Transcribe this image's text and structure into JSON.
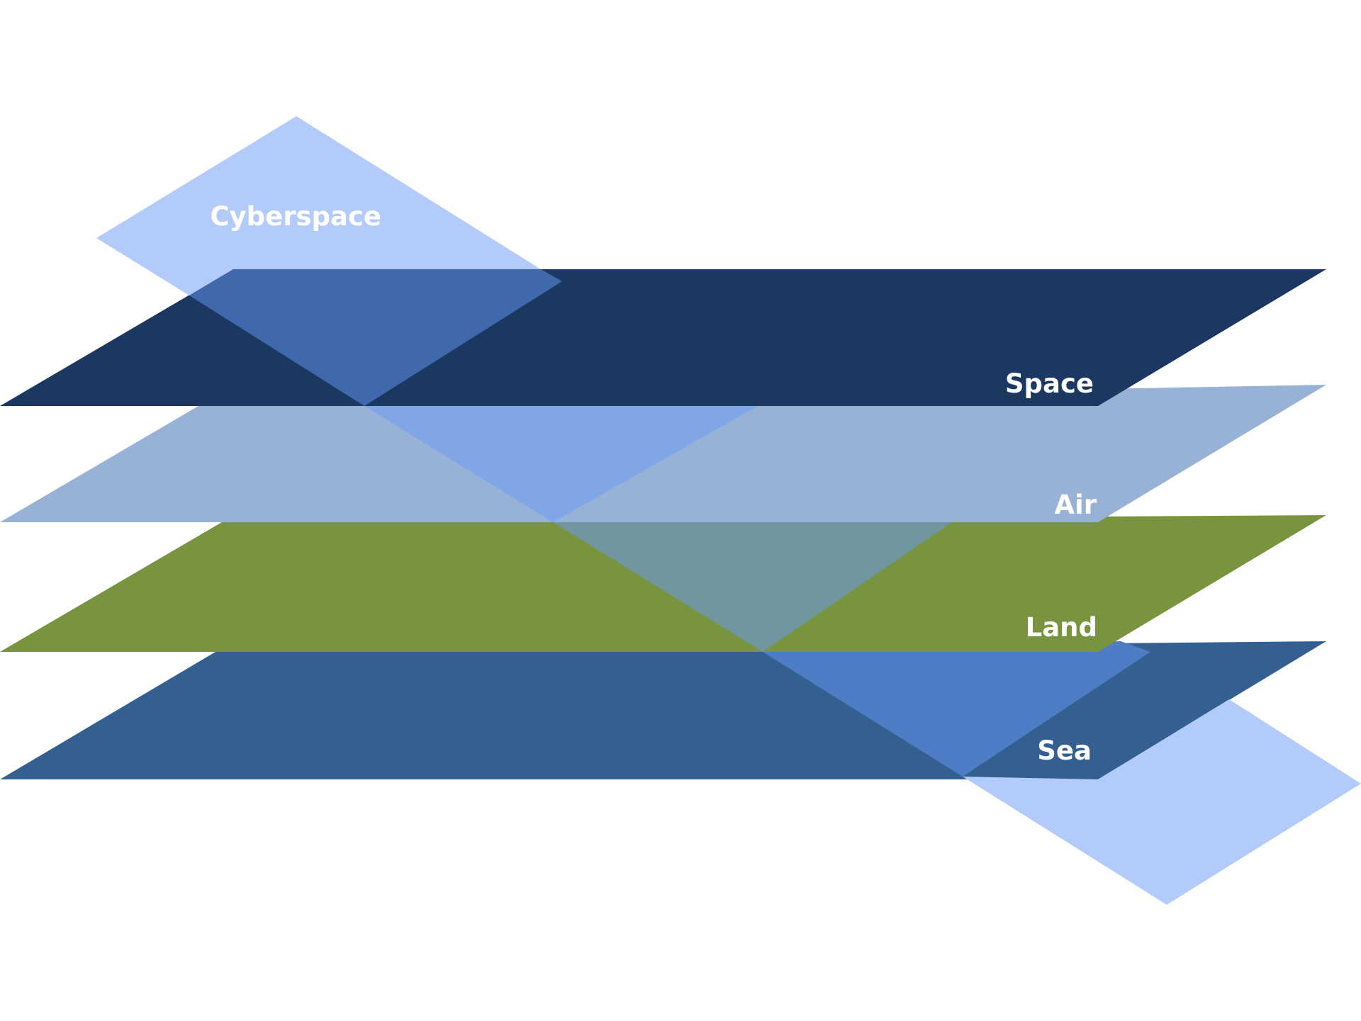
{
  "diagram": {
    "domains": [
      {
        "id": "sea",
        "label": "Sea",
        "color": "#345f91"
      },
      {
        "id": "land",
        "label": "Land",
        "color": "#78943f"
      },
      {
        "id": "air",
        "label": "Air",
        "color": "#97b2d6"
      },
      {
        "id": "space",
        "label": "Space",
        "color": "#1b3860"
      },
      {
        "id": "cyberspace",
        "label": "Cyberspace",
        "color": "#b3cbfb"
      }
    ],
    "overlap_colors": {
      "cyber_over_space": "#4068ad",
      "cyber_over_air": "#80a6e8",
      "cyber_over_land": "#7096a0",
      "cyber_over_sea": "#4e7cc5"
    }
  }
}
